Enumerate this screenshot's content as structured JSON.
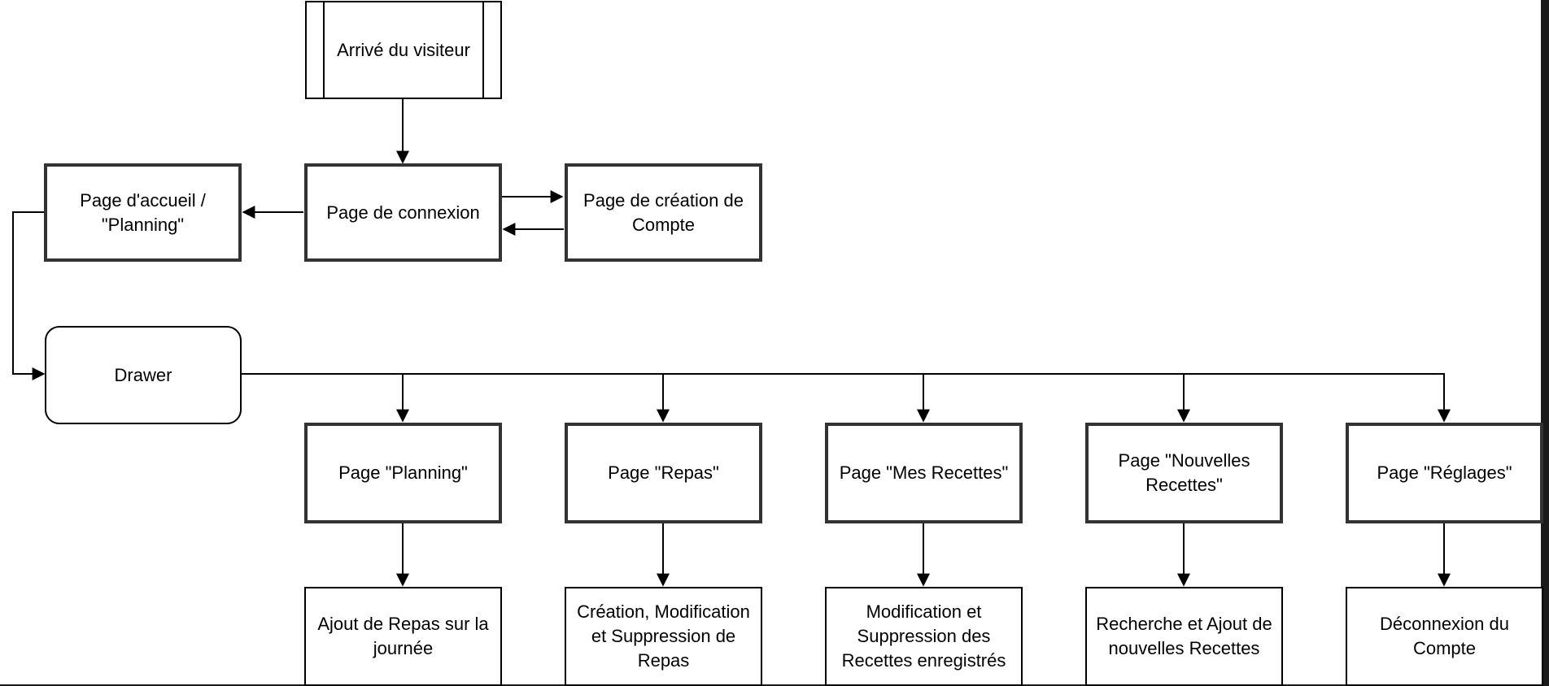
{
  "diagram": {
    "nodes": {
      "arrival": "Arrivé du visiteur",
      "login": "Page de connexion",
      "home": "Page d'accueil / \"Planning\"",
      "signup": "Page de création de Compte",
      "drawer": "Drawer",
      "planning": "Page \"Planning\"",
      "repas": "Page \"Repas\"",
      "mes_recettes": "Page \"Mes Recettes\"",
      "nouvelles": "Page \"Nouvelles Recettes\"",
      "reglages": "Page \"Réglages\"",
      "planning_action": "Ajout de Repas sur la journée",
      "repas_action": "Création, Modification et Suppression de Repas",
      "mes_recettes_action": "Modification et Suppression des Recettes enregistrés",
      "nouvelles_action": "Recherche et Ajout de nouvelles Recettes",
      "reglages_action": "Déconnexion du Compte"
    },
    "edges": [
      [
        "arrival",
        "login"
      ],
      [
        "login",
        "home"
      ],
      [
        "login",
        "signup"
      ],
      [
        "signup",
        "login"
      ],
      [
        "home",
        "drawer"
      ],
      [
        "drawer",
        "planning"
      ],
      [
        "drawer",
        "repas"
      ],
      [
        "drawer",
        "mes_recettes"
      ],
      [
        "drawer",
        "nouvelles"
      ],
      [
        "drawer",
        "reglages"
      ],
      [
        "planning",
        "planning_action"
      ],
      [
        "repas",
        "repas_action"
      ],
      [
        "mes_recettes",
        "mes_recettes_action"
      ],
      [
        "nouvelles",
        "nouvelles_action"
      ],
      [
        "reglages",
        "reglages_action"
      ]
    ],
    "colors": {
      "background": "#ffffff",
      "frame": "#1a1a1a",
      "stroke": "#000000"
    }
  }
}
